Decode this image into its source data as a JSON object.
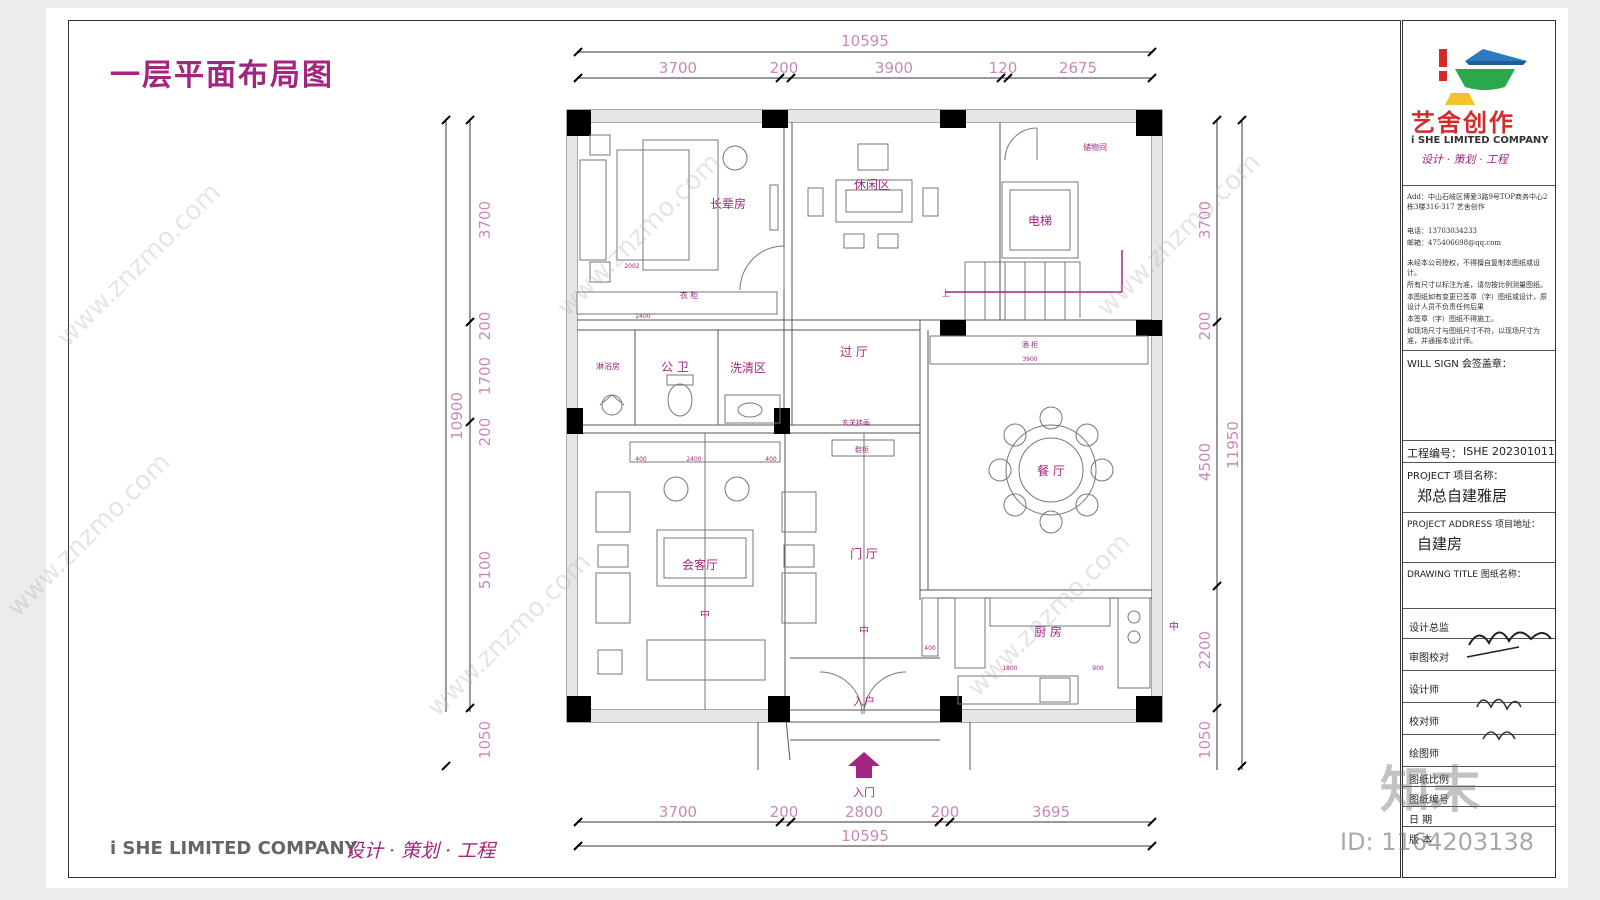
{
  "drawing": {
    "title": "一层平面布局图",
    "bottom_company": "i SHE LIMITED COMPANY",
    "bottom_slogan": "设计 · 策划 · 工程"
  },
  "dimensions": {
    "top_total": "10595",
    "top_segments": [
      "3700",
      "200",
      "3900",
      "120",
      "2675"
    ],
    "bottom_total": "10595",
    "bottom_segments": [
      "3700",
      "200",
      "2800",
      "200",
      "3695"
    ],
    "left_total": "10900",
    "left_segments": [
      "3700",
      "200",
      "1700",
      "200",
      "5100",
      "1050"
    ],
    "right_total": "11950",
    "right_segments": [
      "3700",
      "200",
      "4500",
      "2200",
      "1050"
    ]
  },
  "rooms": {
    "elder_room": "长辈房",
    "leisure": "休闲区",
    "storage": "储物间",
    "elevator": "电梯",
    "corridor": "过 厅",
    "bathroom": "公 卫",
    "wash": "洗清区",
    "shower": "淋浴房",
    "dining": "餐 厅",
    "living": "会客厅",
    "foyer": "门 厅",
    "kitchen": "厨 房",
    "entry": "入户",
    "entrance": "入门",
    "up": "上",
    "wardrobe": "衣 柜",
    "hanger": "玄关挂画",
    "shoe_cabinet": "鞋柜",
    "wine_cabinet": "酒 柜",
    "center": "中"
  },
  "small_dims": [
    "2400",
    "400",
    "2400",
    "400",
    "400",
    "3900",
    "2002",
    "1800",
    "900"
  ],
  "title_block": {
    "company_cn": "艺舍创作",
    "company_en": "i SHE LIMITED COMPANY",
    "slogan": "设计 · 策划 · 工程",
    "address": "Add：中山石岐区博爱3路9号TOP商务中心2栋3楼316-317 艺舍创作",
    "phone": "电话：13703034233",
    "email": "邮箱：475406698@qq.com",
    "notes": [
      "未经本公司授权，不得擅自复制本图纸或设计。",
      "所有尺寸以标注为准，请勿按比例测量图纸。",
      "本图纸如有变更已签章（字）图纸或设计，原设计人员不负责任何后果",
      "本签章（字）图纸不得施工。",
      "如现场尺寸与图纸尺寸不符，以现场尺寸为准，并通报本设计师。"
    ],
    "will_sign": "WILL SIGN 会签盖章：",
    "project_no_label": "工程编号：",
    "project_no": "ISHE 202301011",
    "project_label": "PROJECT 项目名称：",
    "project_name": "郑总自建雅居",
    "address_label": "PROJECT ADDRESS 项目地址：",
    "address_value": "自建房",
    "drawing_title_label": "DRAWING TITLE 图纸名称：",
    "roles": [
      "设计总监",
      "审图校对",
      "设计师",
      "校对师",
      "绘图师"
    ],
    "bottom_fields": [
      "图纸比例",
      "图纸编号",
      "日 期",
      "版 本"
    ]
  },
  "watermark": {
    "text": "www.znzmo.com",
    "brand": "知末",
    "id": "ID: 1164203138"
  },
  "colors": {
    "accent": "#a3257f",
    "wall": "#000000",
    "line": "#666666"
  }
}
